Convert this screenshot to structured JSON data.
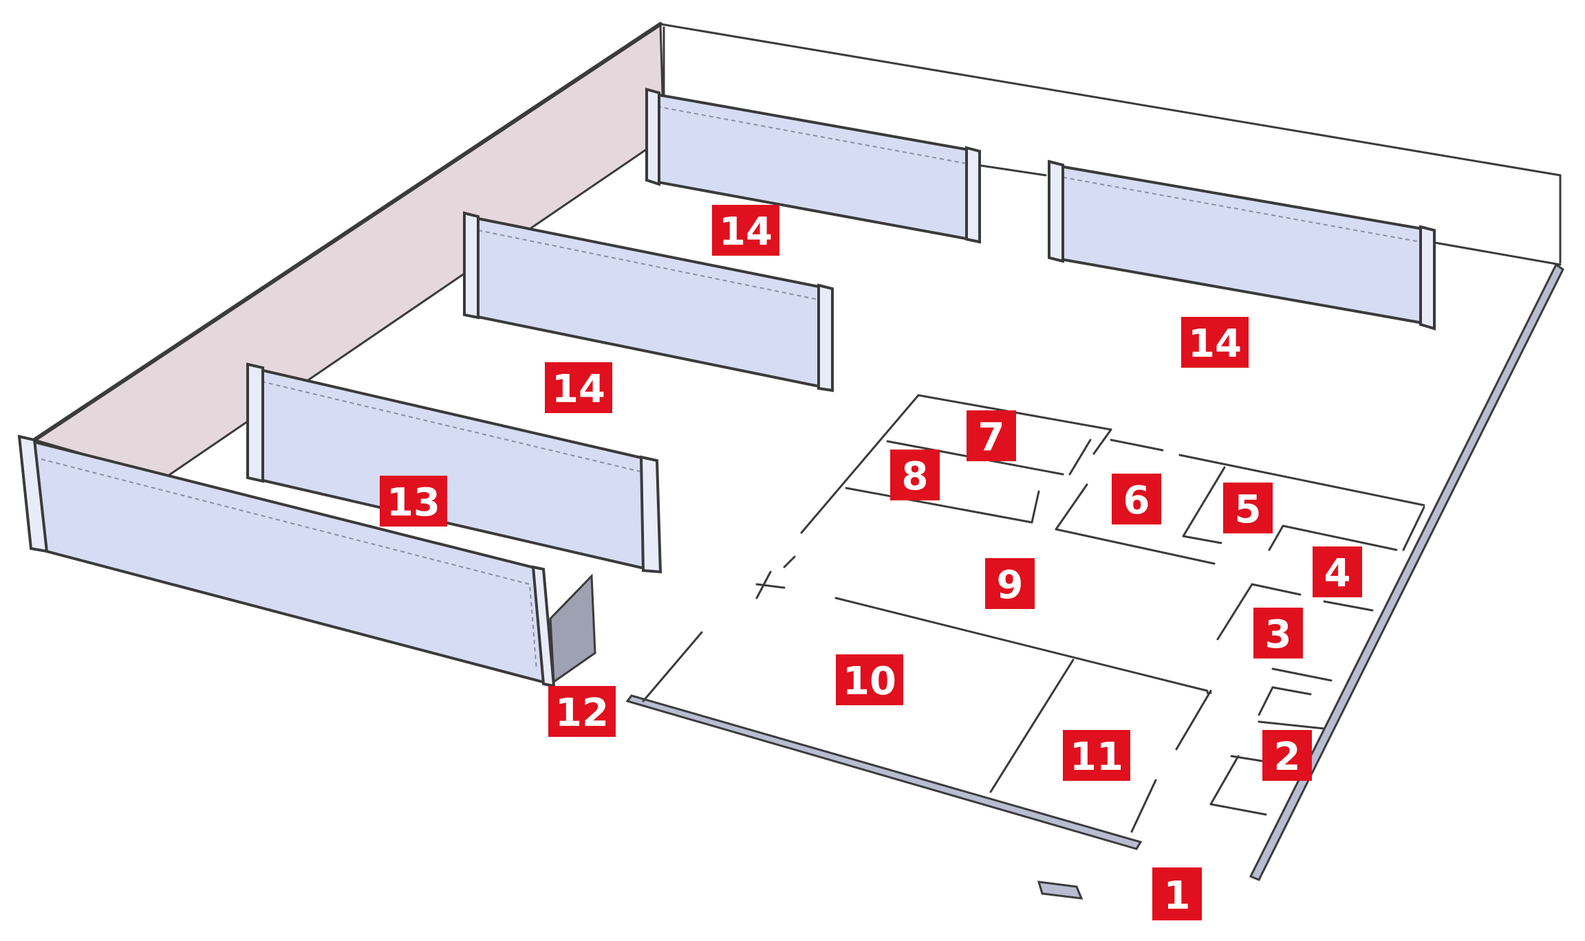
{
  "diagram": {
    "labels": {
      "l1": "1",
      "l2": "2",
      "l3": "3",
      "l4": "4",
      "l5": "5",
      "l6": "6",
      "l7": "7",
      "l8": "8",
      "l9": "9",
      "l10": "10",
      "l11": "11",
      "l12": "12",
      "l13": "13",
      "l14a": "14",
      "l14b": "14",
      "l14c": "14"
    },
    "colors": {
      "label_fill": "#e0101e",
      "label_text": "#ffffff",
      "panel_fill": "#d5dcf3",
      "wall_stroke": "#3b3b3b"
    }
  }
}
